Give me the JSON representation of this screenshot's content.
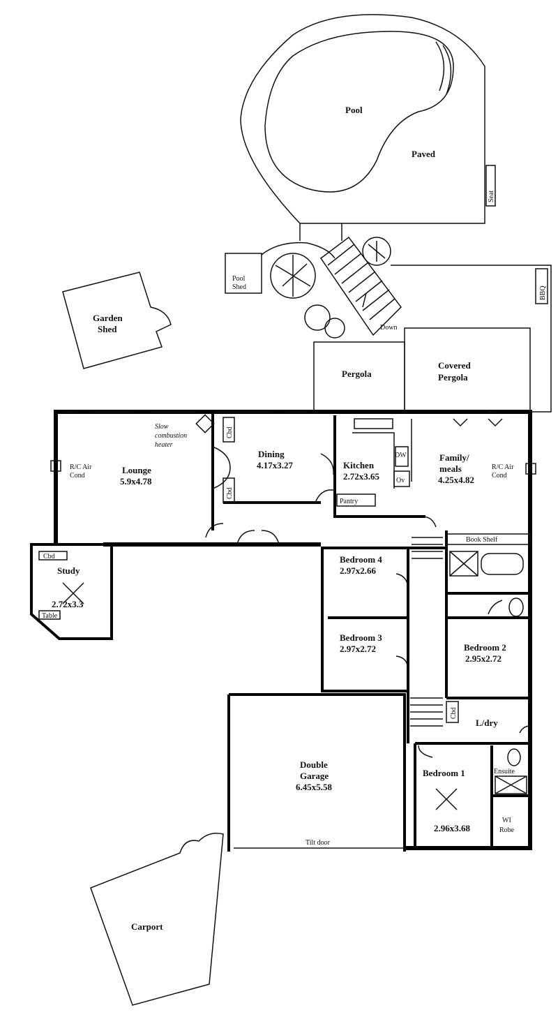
{
  "outdoor": {
    "pool": "Pool",
    "paved": "Paved",
    "seat": "Seat",
    "pool_shed": [
      "Pool",
      "Shed"
    ],
    "bbq": "BBQ",
    "down": "Down",
    "garden_shed": [
      "Garden",
      "Shed"
    ],
    "pergola": "Pergola",
    "covered_pergola": [
      "Covered",
      "Pergola"
    ],
    "carport": "Carport"
  },
  "rooms": {
    "lounge": {
      "name": "Lounge",
      "size": "5.9x4.78"
    },
    "dining": {
      "name": "Dining",
      "size": "4.17x3.27"
    },
    "kitchen": {
      "name": "Kitchen",
      "size": "2.72x3.65"
    },
    "family": {
      "name": [
        "Family/",
        "meals"
      ],
      "size": "4.25x4.82"
    },
    "study": {
      "name": "Study",
      "size": "2.72x3.3"
    },
    "bedroom4": {
      "name": "Bedroom 4",
      "size": "2.97x2.66"
    },
    "bedroom3": {
      "name": "Bedroom 3",
      "size": "2.97x2.72"
    },
    "bedroom2": {
      "name": "Bedroom 2",
      "size": "2.95x2.72"
    },
    "laundry": {
      "name": "L/dry"
    },
    "bedroom1": {
      "name": "Bedroom 1",
      "size": "2.96x3.68"
    },
    "garage": {
      "name": [
        "Double",
        "Garage"
      ],
      "size": "6.45x5.58"
    }
  },
  "fixtures": {
    "heater": [
      "Slow",
      "combustion",
      "heater"
    ],
    "aircon_left": [
      "R/C Air",
      "Cond"
    ],
    "aircon_right": [
      "R/C Air",
      "Cond"
    ],
    "cbd": "Cbd",
    "dw": "DW",
    "ov": "Ov",
    "pantry": "Pantry",
    "book_shelf": "Book Shelf",
    "table": "Table",
    "ensuite": "Ensuite",
    "wi_robe": [
      "WI",
      "Robe"
    ],
    "tilt_door": "Tilt door"
  }
}
